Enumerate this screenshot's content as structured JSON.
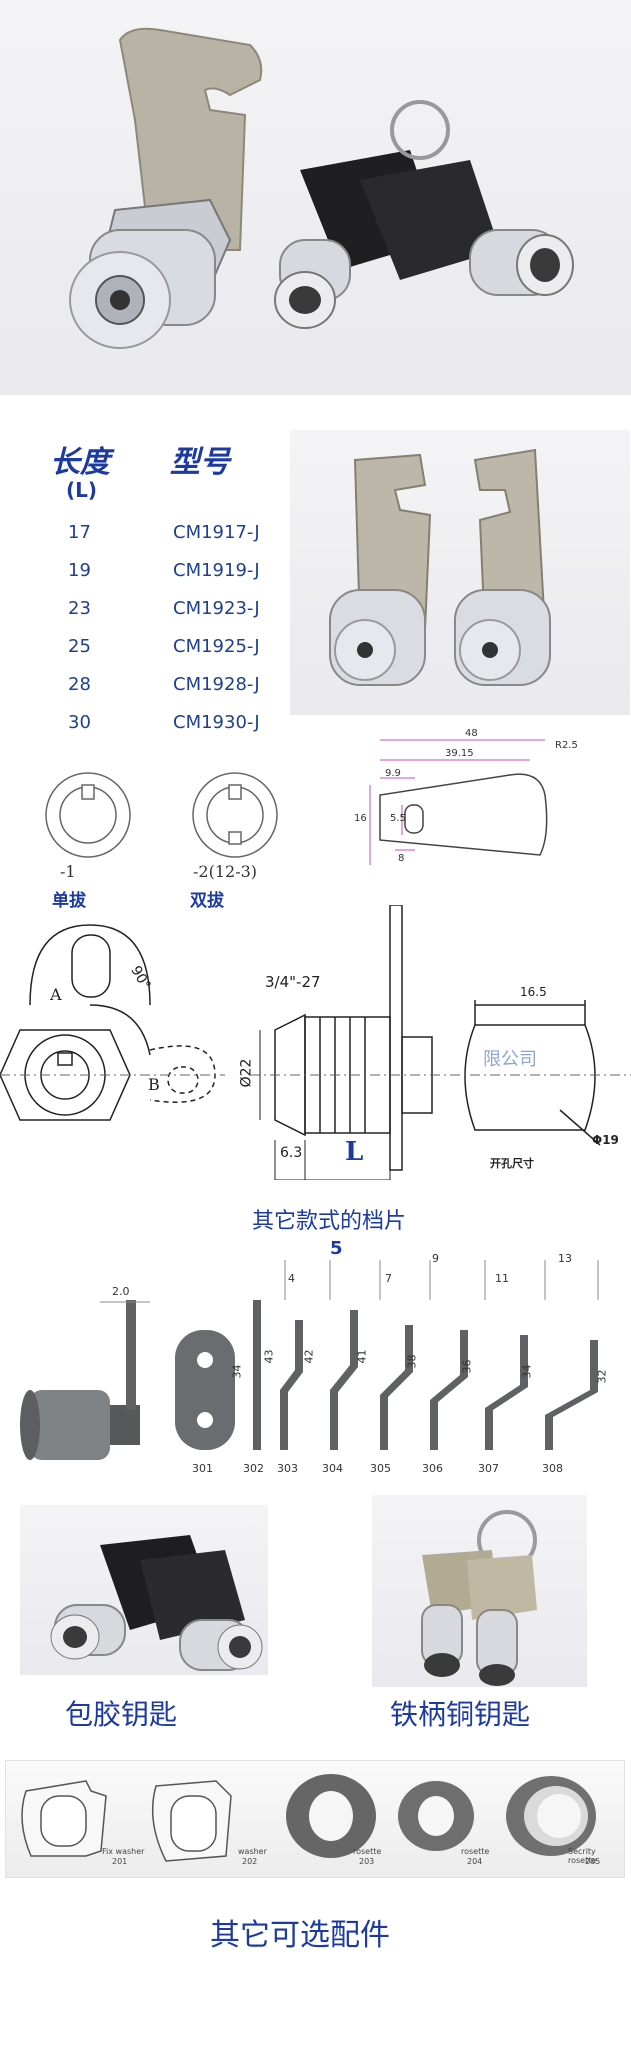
{
  "table": {
    "header_length": "长度",
    "header_length_unit": "(L)",
    "header_model": "型号",
    "rows": [
      {
        "length": "17",
        "model": "CM1917-J"
      },
      {
        "length": "19",
        "model": "CM1919-J"
      },
      {
        "length": "23",
        "model": "CM1923-J"
      },
      {
        "length": "25",
        "model": "CM1925-J"
      },
      {
        "length": "28",
        "model": "CM1928-J"
      },
      {
        "length": "30",
        "model": "CM1930-J"
      }
    ]
  },
  "key_types": {
    "single_code": "-1",
    "single_label": "单拔",
    "double_code": "-2(12-3)",
    "double_label": "双拔"
  },
  "top_drawing": {
    "d48": "48",
    "d3915": "39.15",
    "d99": "9.9",
    "d16": "16",
    "d55": "5.5",
    "d8": "8",
    "r": "R2.5"
  },
  "side_drawing": {
    "a": "A",
    "b": "B",
    "angle": "90°",
    "thread": "3/4\"-27",
    "dia": "Ø22",
    "d63": "6.3",
    "L": "L"
  },
  "cutout": {
    "width": "16.5",
    "dia": "Φ19",
    "label": "开孔尺寸",
    "watermark": "限公司"
  },
  "cams": {
    "title": "其它款式的档片",
    "top_5": "5",
    "top_4": "4",
    "top_7": "7",
    "top_9": "9",
    "top_11": "11",
    "top_13": "13",
    "thickness": "2.0",
    "heights": [
      "34",
      "43",
      "42",
      "41",
      "38",
      "36",
      "34",
      "32"
    ],
    "codes": [
      "301",
      "302",
      "303",
      "304",
      "305",
      "306",
      "307",
      "308"
    ]
  },
  "keys": {
    "rubber": "包胶钥匙",
    "brass": "铁柄铜钥匙"
  },
  "accessories": {
    "title": "其它可选配件",
    "items": [
      {
        "name": "Fix washer",
        "code": "201"
      },
      {
        "name": "washer",
        "code": "202"
      },
      {
        "name": "rosette",
        "code": "203"
      },
      {
        "name": "rosette",
        "code": "204"
      },
      {
        "name": "Secrity rosette",
        "code": "205"
      }
    ]
  }
}
